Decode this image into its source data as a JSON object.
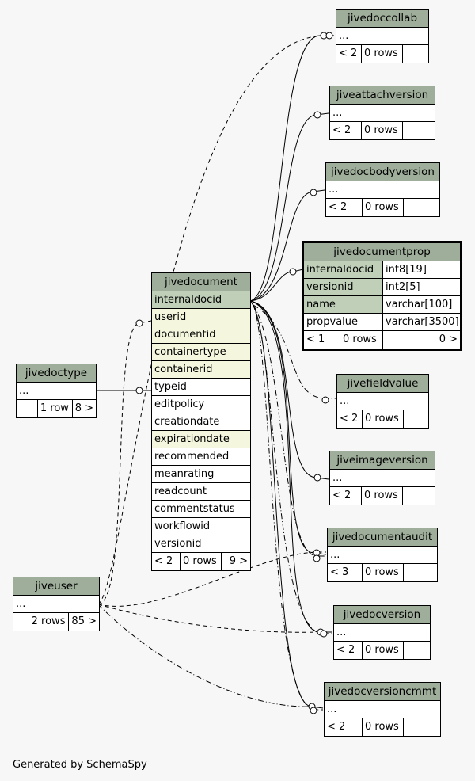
{
  "footer_text": "Generated by SchemaSpy",
  "colors": {
    "header": "#9fae9a",
    "primary_key": "#bfcfb8",
    "foreign_key": "#f4f7dd"
  },
  "tables": {
    "jivedoccollab": {
      "name": "jivedoccollab",
      "cols": [
        "..."
      ],
      "parents": "< 2",
      "rows": "0 rows",
      "children": ""
    },
    "jiveattachversion": {
      "name": "jiveattachversion",
      "cols": [
        "..."
      ],
      "parents": "< 2",
      "rows": "0 rows",
      "children": ""
    },
    "jivedocbodyversion": {
      "name": "jivedocbodyversion",
      "cols": [
        "..."
      ],
      "parents": "< 2",
      "rows": "0 rows",
      "children": ""
    },
    "jivedocumentprop": {
      "name": "jivedocumentprop",
      "cols": [
        {
          "name": "internaldocid",
          "type": "int8[19]"
        },
        {
          "name": "versionid",
          "type": "int2[5]"
        },
        {
          "name": "name",
          "type": "varchar[100]"
        },
        {
          "name": "propvalue",
          "type": "varchar[3500]"
        }
      ],
      "parents": "< 1",
      "rows": "0 rows",
      "children": "0 >"
    },
    "jivedocument": {
      "name": "jivedocument",
      "cols": [
        "internaldocid",
        "userid",
        "documentid",
        "containertype",
        "containerid",
        "typeid",
        "editpolicy",
        "creationdate",
        "expirationdate",
        "recommended",
        "meanrating",
        "readcount",
        "commentstatus",
        "workflowid",
        "versionid"
      ],
      "parents": "< 2",
      "rows": "0 rows",
      "children": "9 >"
    },
    "jivedoctype": {
      "name": "jivedoctype",
      "cols": [
        "..."
      ],
      "parents": "",
      "rows": "1 row",
      "children": "8 >"
    },
    "jivefieldvalue": {
      "name": "jivefieldvalue",
      "cols": [
        "..."
      ],
      "parents": "< 2",
      "rows": "0 rows",
      "children": ""
    },
    "jiveimageversion": {
      "name": "jiveimageversion",
      "cols": [
        "..."
      ],
      "parents": "< 2",
      "rows": "0 rows",
      "children": ""
    },
    "jivedocumentaudit": {
      "name": "jivedocumentaudit",
      "cols": [
        "..."
      ],
      "parents": "< 3",
      "rows": "0 rows",
      "children": ""
    },
    "jiveuser": {
      "name": "jiveuser",
      "cols": [
        "..."
      ],
      "parents": "",
      "rows": "2 rows",
      "children": "85 >"
    },
    "jivedocversion": {
      "name": "jivedocversion",
      "cols": [
        "..."
      ],
      "parents": "< 2",
      "rows": "0 rows",
      "children": ""
    },
    "jivedocversioncmmt": {
      "name": "jivedocversioncmmt",
      "cols": [
        "..."
      ],
      "parents": "< 2",
      "rows": "0 rows",
      "children": ""
    }
  }
}
